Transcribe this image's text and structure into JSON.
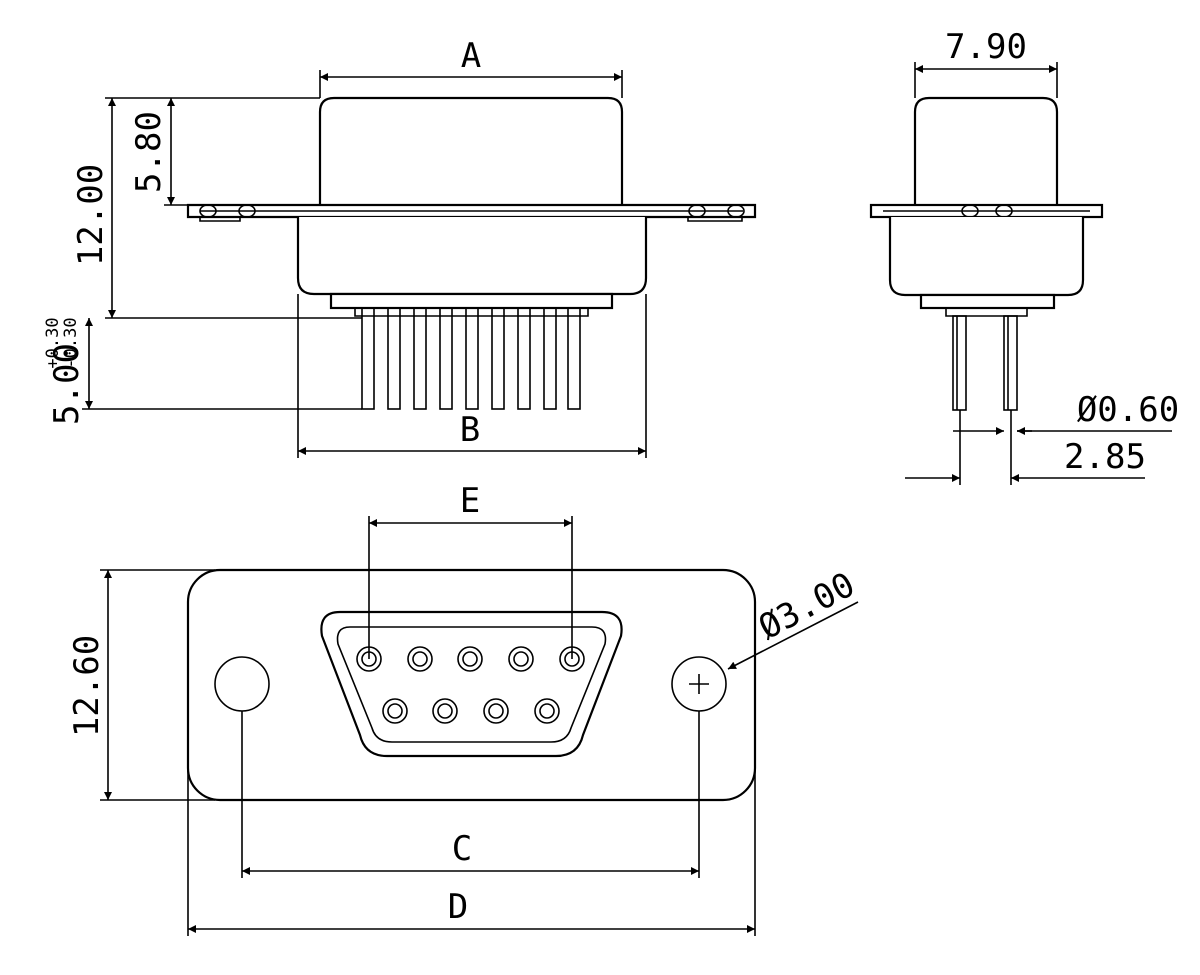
{
  "dimensions": {
    "a": "A",
    "b": "B",
    "c": "C",
    "d": "D",
    "e": "E",
    "height_total": "12.00",
    "height_shell": "5.80",
    "pin_length": "5.00",
    "pin_length_tol_plus": "+0.30",
    "pin_length_tol_minus": "-0.30",
    "depth": "7.90",
    "pin_diameter": "Ø0.60",
    "pin_row_pitch": "2.85",
    "flange_height": "12.60",
    "hole_diameter": "Ø3.00"
  }
}
